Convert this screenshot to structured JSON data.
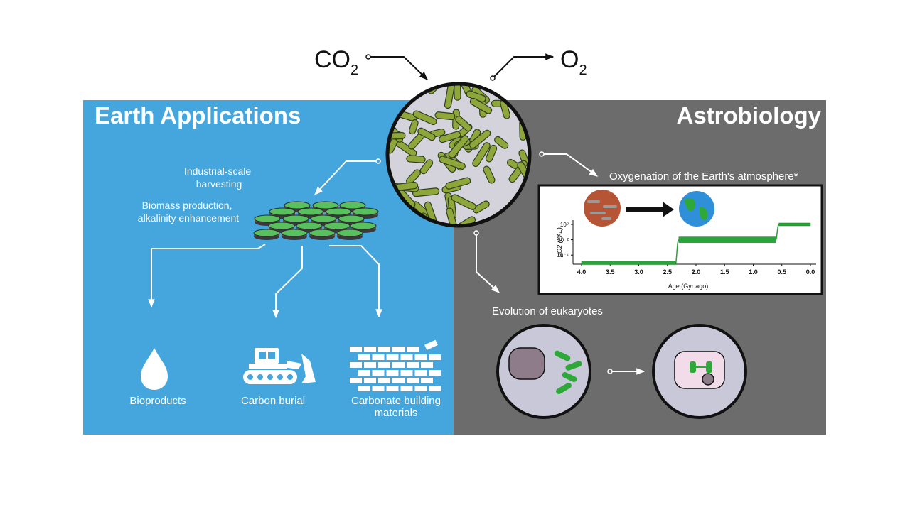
{
  "gas_in": {
    "base": "CO",
    "sub": "2"
  },
  "gas_out": {
    "base": "O",
    "sub": "2"
  },
  "earth_panel": {
    "title": "Earth Applications",
    "harvest_label": [
      "Industrial-scale",
      "harvesting"
    ],
    "biomass_label": [
      "Biomass production,",
      "alkalinity enhancement"
    ],
    "outcomes": [
      {
        "label": [
          "Bioproducts"
        ],
        "icon": "water-drop-icon"
      },
      {
        "label": [
          "Carbon burial"
        ],
        "icon": "bulldozer-icon"
      },
      {
        "label": [
          "Carbonate building",
          "materials"
        ],
        "icon": "brick-wall-icon"
      }
    ]
  },
  "astro_panel": {
    "title": "Astrobiology",
    "oxygenation_label": "Oxygenation of the Earth's atmosphere*",
    "eukaryote_label": "Evolution of eukaryotes"
  },
  "chart_data": {
    "type": "line",
    "xlabel": "Age (Gyr ago)",
    "ylabel": "pO2 (PAL)",
    "x_ticks": [
      "4.0",
      "3.5",
      "3.0",
      "2.5",
      "2.0",
      "1.5",
      "1.0",
      "0.5",
      "0.0"
    ],
    "y_ticks": [
      "10⁰",
      "10⁻²",
      "10⁻⁴"
    ],
    "x_reversed": true,
    "xlim": [
      4.0,
      0.0
    ],
    "ylim_log10": [
      -5,
      0.5
    ],
    "series": [
      {
        "values": [
          [
            4.0,
            -5
          ],
          [
            2.35,
            -5
          ],
          [
            2.3,
            -2
          ],
          [
            0.6,
            -2
          ],
          [
            0.55,
            0
          ],
          [
            0.0,
            0
          ]
        ]
      }
    ],
    "icons": [
      "early-earth-icon",
      "arrow-icon",
      "modern-earth-icon"
    ]
  },
  "colors": {
    "earth_panel": "#44a6dd",
    "astro_panel": "#6d6c6c",
    "oxygen_band": "#2aa33b",
    "cell": "#c9c8d8",
    "chloroplast": "#2fa83a"
  }
}
